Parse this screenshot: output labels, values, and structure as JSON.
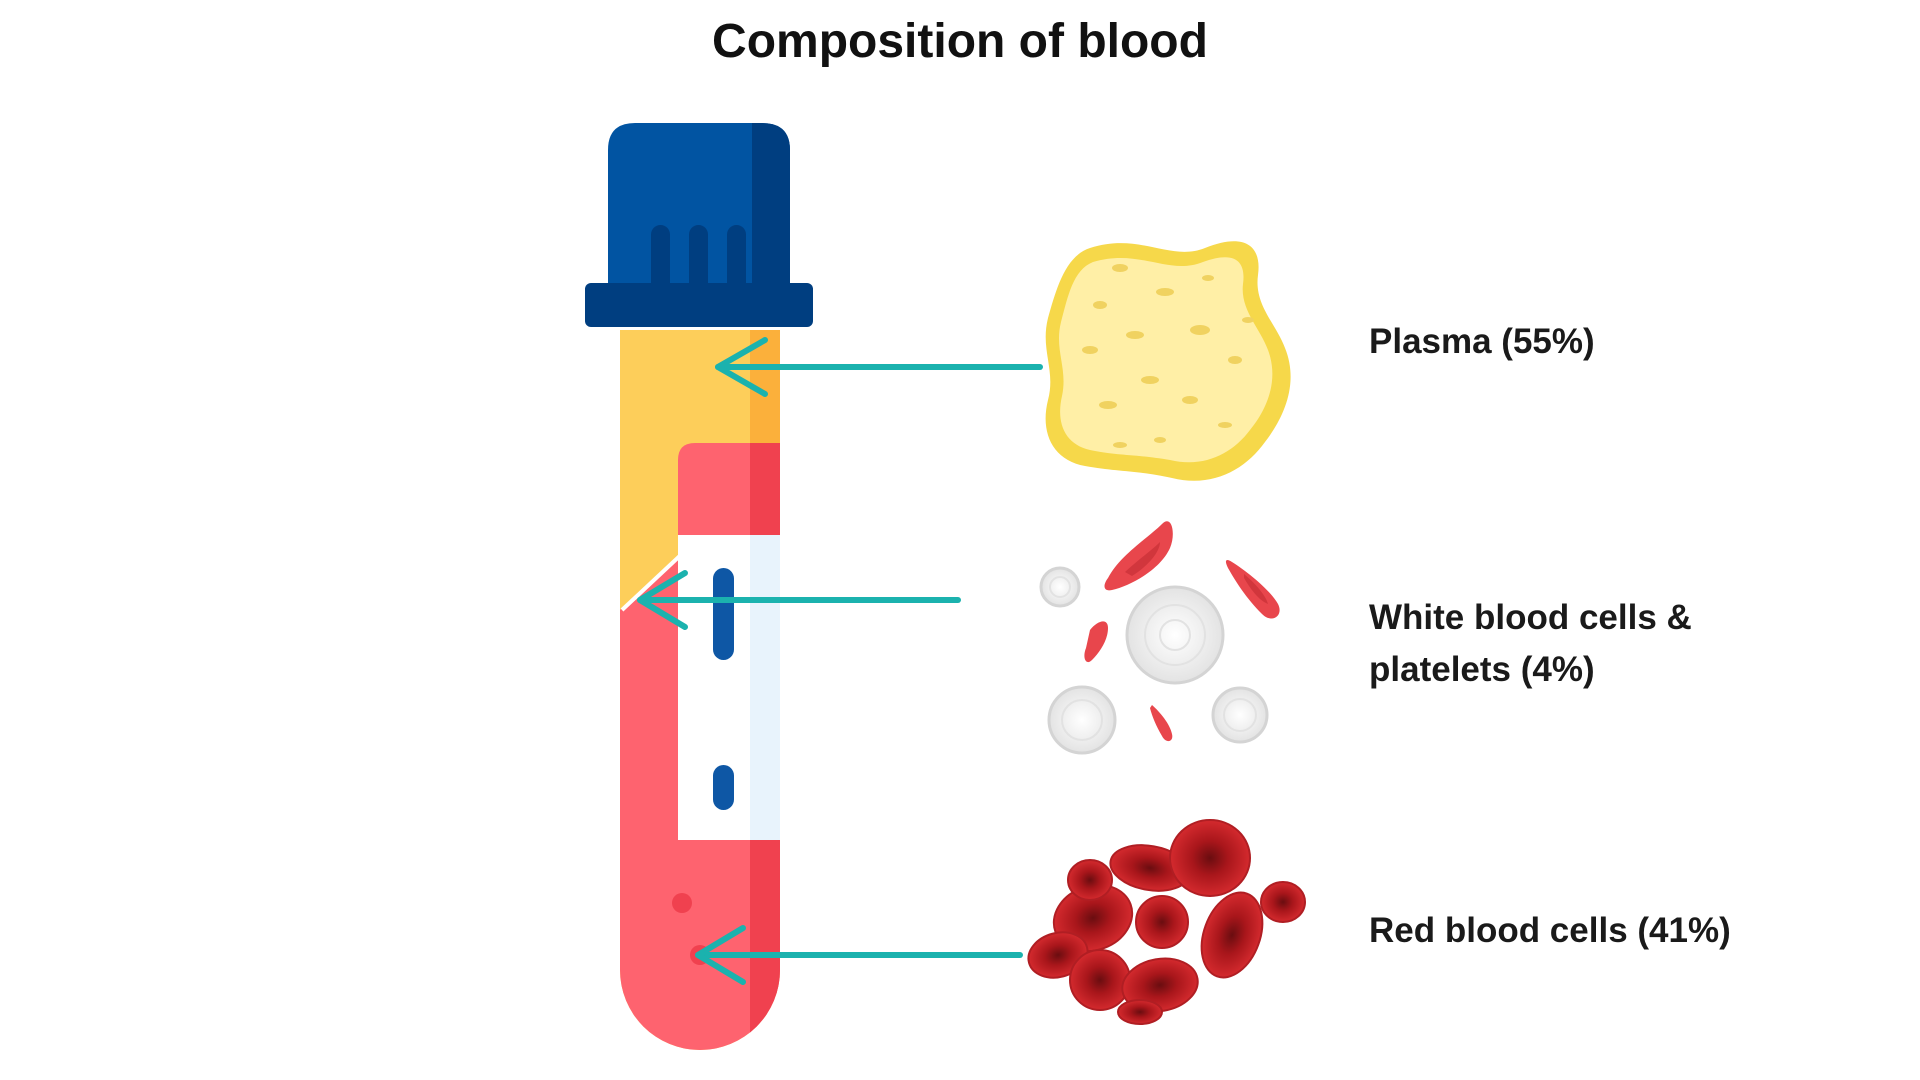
{
  "title": "Composition of blood",
  "components": [
    {
      "id": "plasma",
      "label": "Plasma (55%)",
      "percent": 55
    },
    {
      "id": "wbc-platelets",
      "label_lines": [
        "White blood cells &",
        "platelets (4%)"
      ],
      "percent": 4
    },
    {
      "id": "rbc",
      "label": "Red blood cells (41%)",
      "percent": 41
    }
  ],
  "colors": {
    "cap_blue": "#0154A2",
    "cap_dark_blue": "#003E80",
    "plasma_yellow": "#FDCE5A",
    "plasma_orange": "#FBB03B",
    "blood_pink": "#FE636F",
    "blood_red": "#F0414F",
    "arrow_teal": "#1BB2AE",
    "label_blue": "#0E57A5",
    "label_panel": "#E8F3FC"
  },
  "icons": [
    "test-tube-icon",
    "plasma-blob-icon",
    "white-cells-platelets-icon",
    "red-blood-cells-icon",
    "arrow-left-icon"
  ]
}
